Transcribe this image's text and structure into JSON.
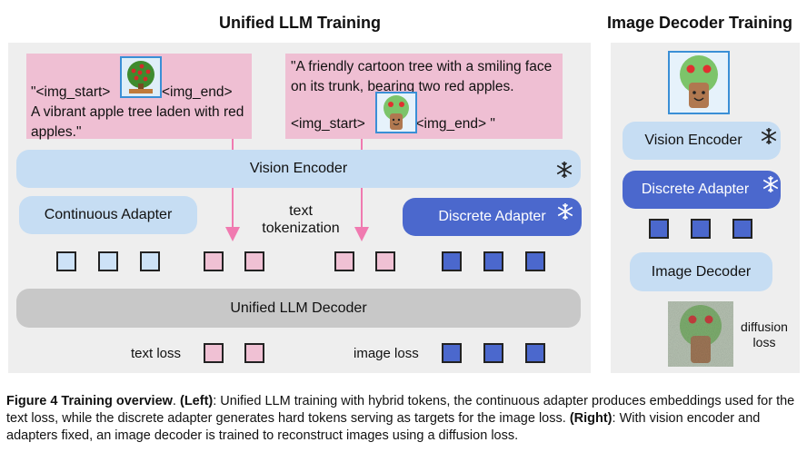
{
  "titles": {
    "left": "Unified LLM Training",
    "right": "Image Decoder Training"
  },
  "left_panel": {
    "prompt1": {
      "img_start": "\"<img_start>",
      "img_end": "<img_end>",
      "text": "A vibrant apple tree laden with red apples.\""
    },
    "prompt2": {
      "text": "\"A friendly cartoon tree with a smiling face on its trunk, bearing two red apples.",
      "img_start": "<img_start>",
      "img_end": "<img_end> \""
    },
    "vision_encoder": "Vision Encoder",
    "continuous_adapter": "Continuous Adapter",
    "text_tokenization": "text\ntokenization",
    "discrete_adapter": "Discrete Adapter",
    "unified_decoder": "Unified LLM Decoder",
    "text_loss": "text loss",
    "image_loss": "image loss"
  },
  "right_panel": {
    "vision_encoder": "Vision Encoder",
    "discrete_adapter": "Discrete Adapter",
    "image_decoder": "Image Decoder",
    "diffusion_loss": "diffusion\nloss"
  },
  "caption": {
    "lead": "Figure 4  Training overview",
    "left_tag": "(Left)",
    "left_text": ": Unified LLM training with hybrid tokens, the continuous adapter produces embeddings used for the text loss, while the discrete adapter generates hard tokens serving as targets for the image loss.",
    "right_tag": "(Right)",
    "right_text": ": With vision encoder and adapters fixed, an image decoder is trained to reconstruct images using a diffusion loss."
  },
  "colors": {
    "pink": "#efbfd3",
    "light_blue": "#c6ddf3",
    "dark_blue": "#4b68cd",
    "gray": "#c8c8c8",
    "arrow_pink": "#f07ab0",
    "panel": "#eeeeee"
  },
  "icons": [
    "snowflake-icon",
    "apple-tree-image",
    "cartoon-tree-image",
    "noisy-tree-image"
  ]
}
